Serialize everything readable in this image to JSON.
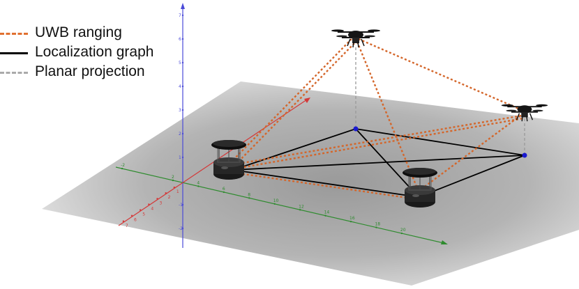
{
  "legend": {
    "items": [
      {
        "label": "UWB ranging",
        "color": "#e07030",
        "style": "dashed"
      },
      {
        "label": "Localization graph",
        "color": "#000000",
        "style": "solid"
      },
      {
        "label": "Planar projection",
        "color": "#aaaaaa",
        "style": "dashed"
      }
    ]
  },
  "axes": {
    "z_color": "#4a4ad8",
    "x_color": "#d43838",
    "y_color": "#2e8b2e",
    "z_ticks": [
      "7",
      "6",
      "5",
      "4",
      "3",
      "2",
      "1",
      "-1",
      "-2"
    ],
    "y_ticks": [
      "-2",
      "2",
      "4",
      "6",
      "8",
      "10",
      "12",
      "14",
      "16",
      "18",
      "20"
    ],
    "x_ticks": [
      "1",
      "2",
      "3",
      "4",
      "5",
      "6",
      "7"
    ]
  },
  "colors": {
    "uwb": "#d4662a",
    "graph": "#000000",
    "projection": "#999999",
    "node": "#1a1ad0",
    "plane": "#8a8a8a"
  }
}
